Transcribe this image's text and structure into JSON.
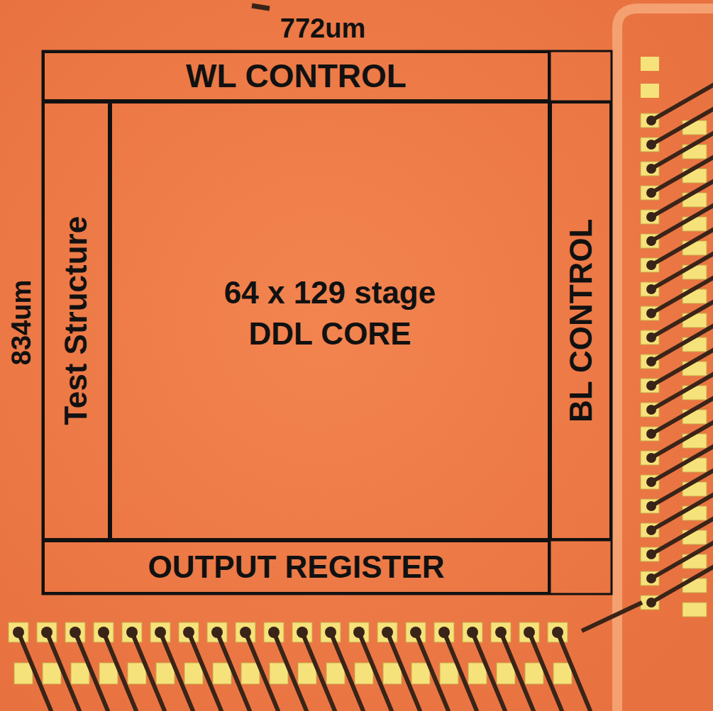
{
  "diagram": {
    "nodes": [
      {
        "text": [
          "WL CONTROL"
        ]
      },
      {
        "text": [
          "Test Structure"
        ]
      },
      {
        "text": [
          "64 x 129 stage",
          "DDL CORE"
        ]
      },
      {
        "text": [
          "BL CONTROL"
        ]
      },
      {
        "text": [
          "OUTPUT REGISTER"
        ]
      }
    ],
    "labels": [
      "772um",
      "834um"
    ]
  }
}
